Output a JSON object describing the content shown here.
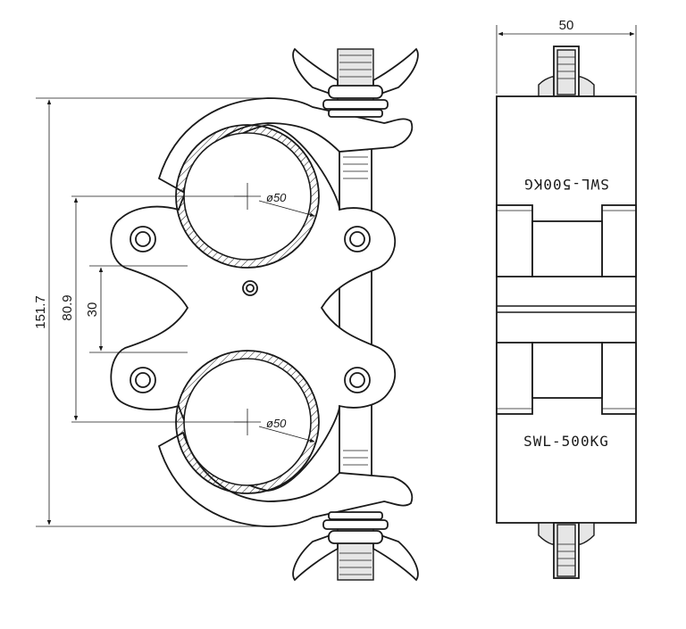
{
  "dimensions": {
    "overall_height": "151.7",
    "center_distance": "80.9",
    "gap": "30",
    "tube_diameter_top": "ø50",
    "tube_diameter_bottom": "ø50",
    "side_width": "50"
  },
  "markings": {
    "swl_top": "SWL-500KG",
    "swl_bottom": "SWL-500KG"
  },
  "colors": {
    "stroke": "#1a1a1a",
    "fill_grey": "#e6e6e6",
    "background": "#ffffff"
  }
}
